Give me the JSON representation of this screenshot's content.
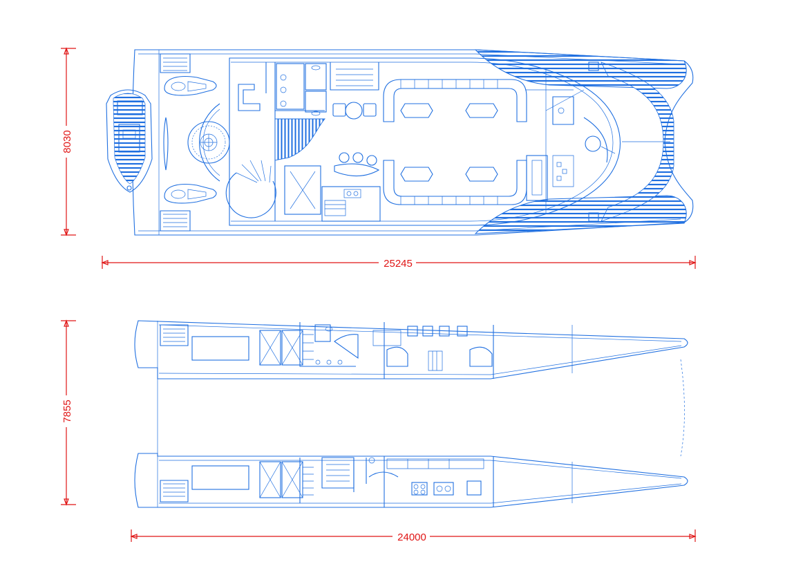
{
  "drawing": {
    "upper_deck_plan": {
      "length_dimension": "25245",
      "beam_dimension": "8030"
    },
    "hull_plan": {
      "length_dimension": "24000",
      "beam_dimension": "7855"
    }
  },
  "colors": {
    "linework": "#1f6fe0",
    "dimensions": "#e01515",
    "background": "#ffffff"
  }
}
